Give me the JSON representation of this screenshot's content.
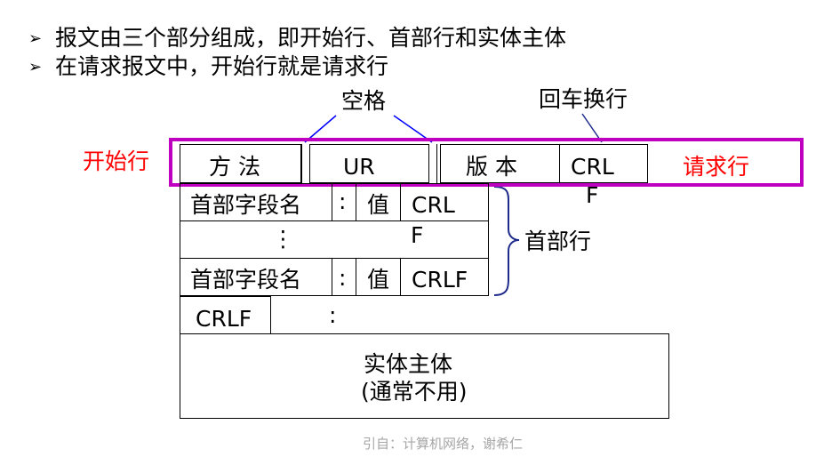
{
  "bullets": [
    "报文由三个部分组成，即开始行、首部行和实体主体",
    "在请求报文中，开始行就是请求行"
  ],
  "bullet_marker": "➢",
  "labels": {
    "space": "空格",
    "crlf_label": "回车换行",
    "start_line": "开始行",
    "request_line": "请求行",
    "header_lines": "首部行"
  },
  "request_line": {
    "method": "方 法",
    "url": "UR",
    "version": "版 本",
    "crlf_top": "CRL",
    "crlf_bottom": "F"
  },
  "header_rows": [
    {
      "name": "首部字段名",
      "colon": ":",
      "value": "值",
      "crlf": "CRL",
      "crlf2": "F"
    },
    {
      "dots": "⋮"
    },
    {
      "name": "首部字段名",
      "colon": ":",
      "value": "值",
      "crlf": "CRLF"
    }
  ],
  "blank_line": {
    "crlf": "CRLF",
    "colon": ":"
  },
  "body": {
    "line1": "实体主体",
    "line2": "(通常不用)"
  },
  "source": "引自：计算机网络，谢希仁",
  "colors": {
    "highlight_frame": "#c000c0",
    "label_red": "#ff0000",
    "pointer_blue": "#0000ff",
    "brace_navy": "#1f2b8c",
    "source_gray": "#a6a6a6"
  }
}
